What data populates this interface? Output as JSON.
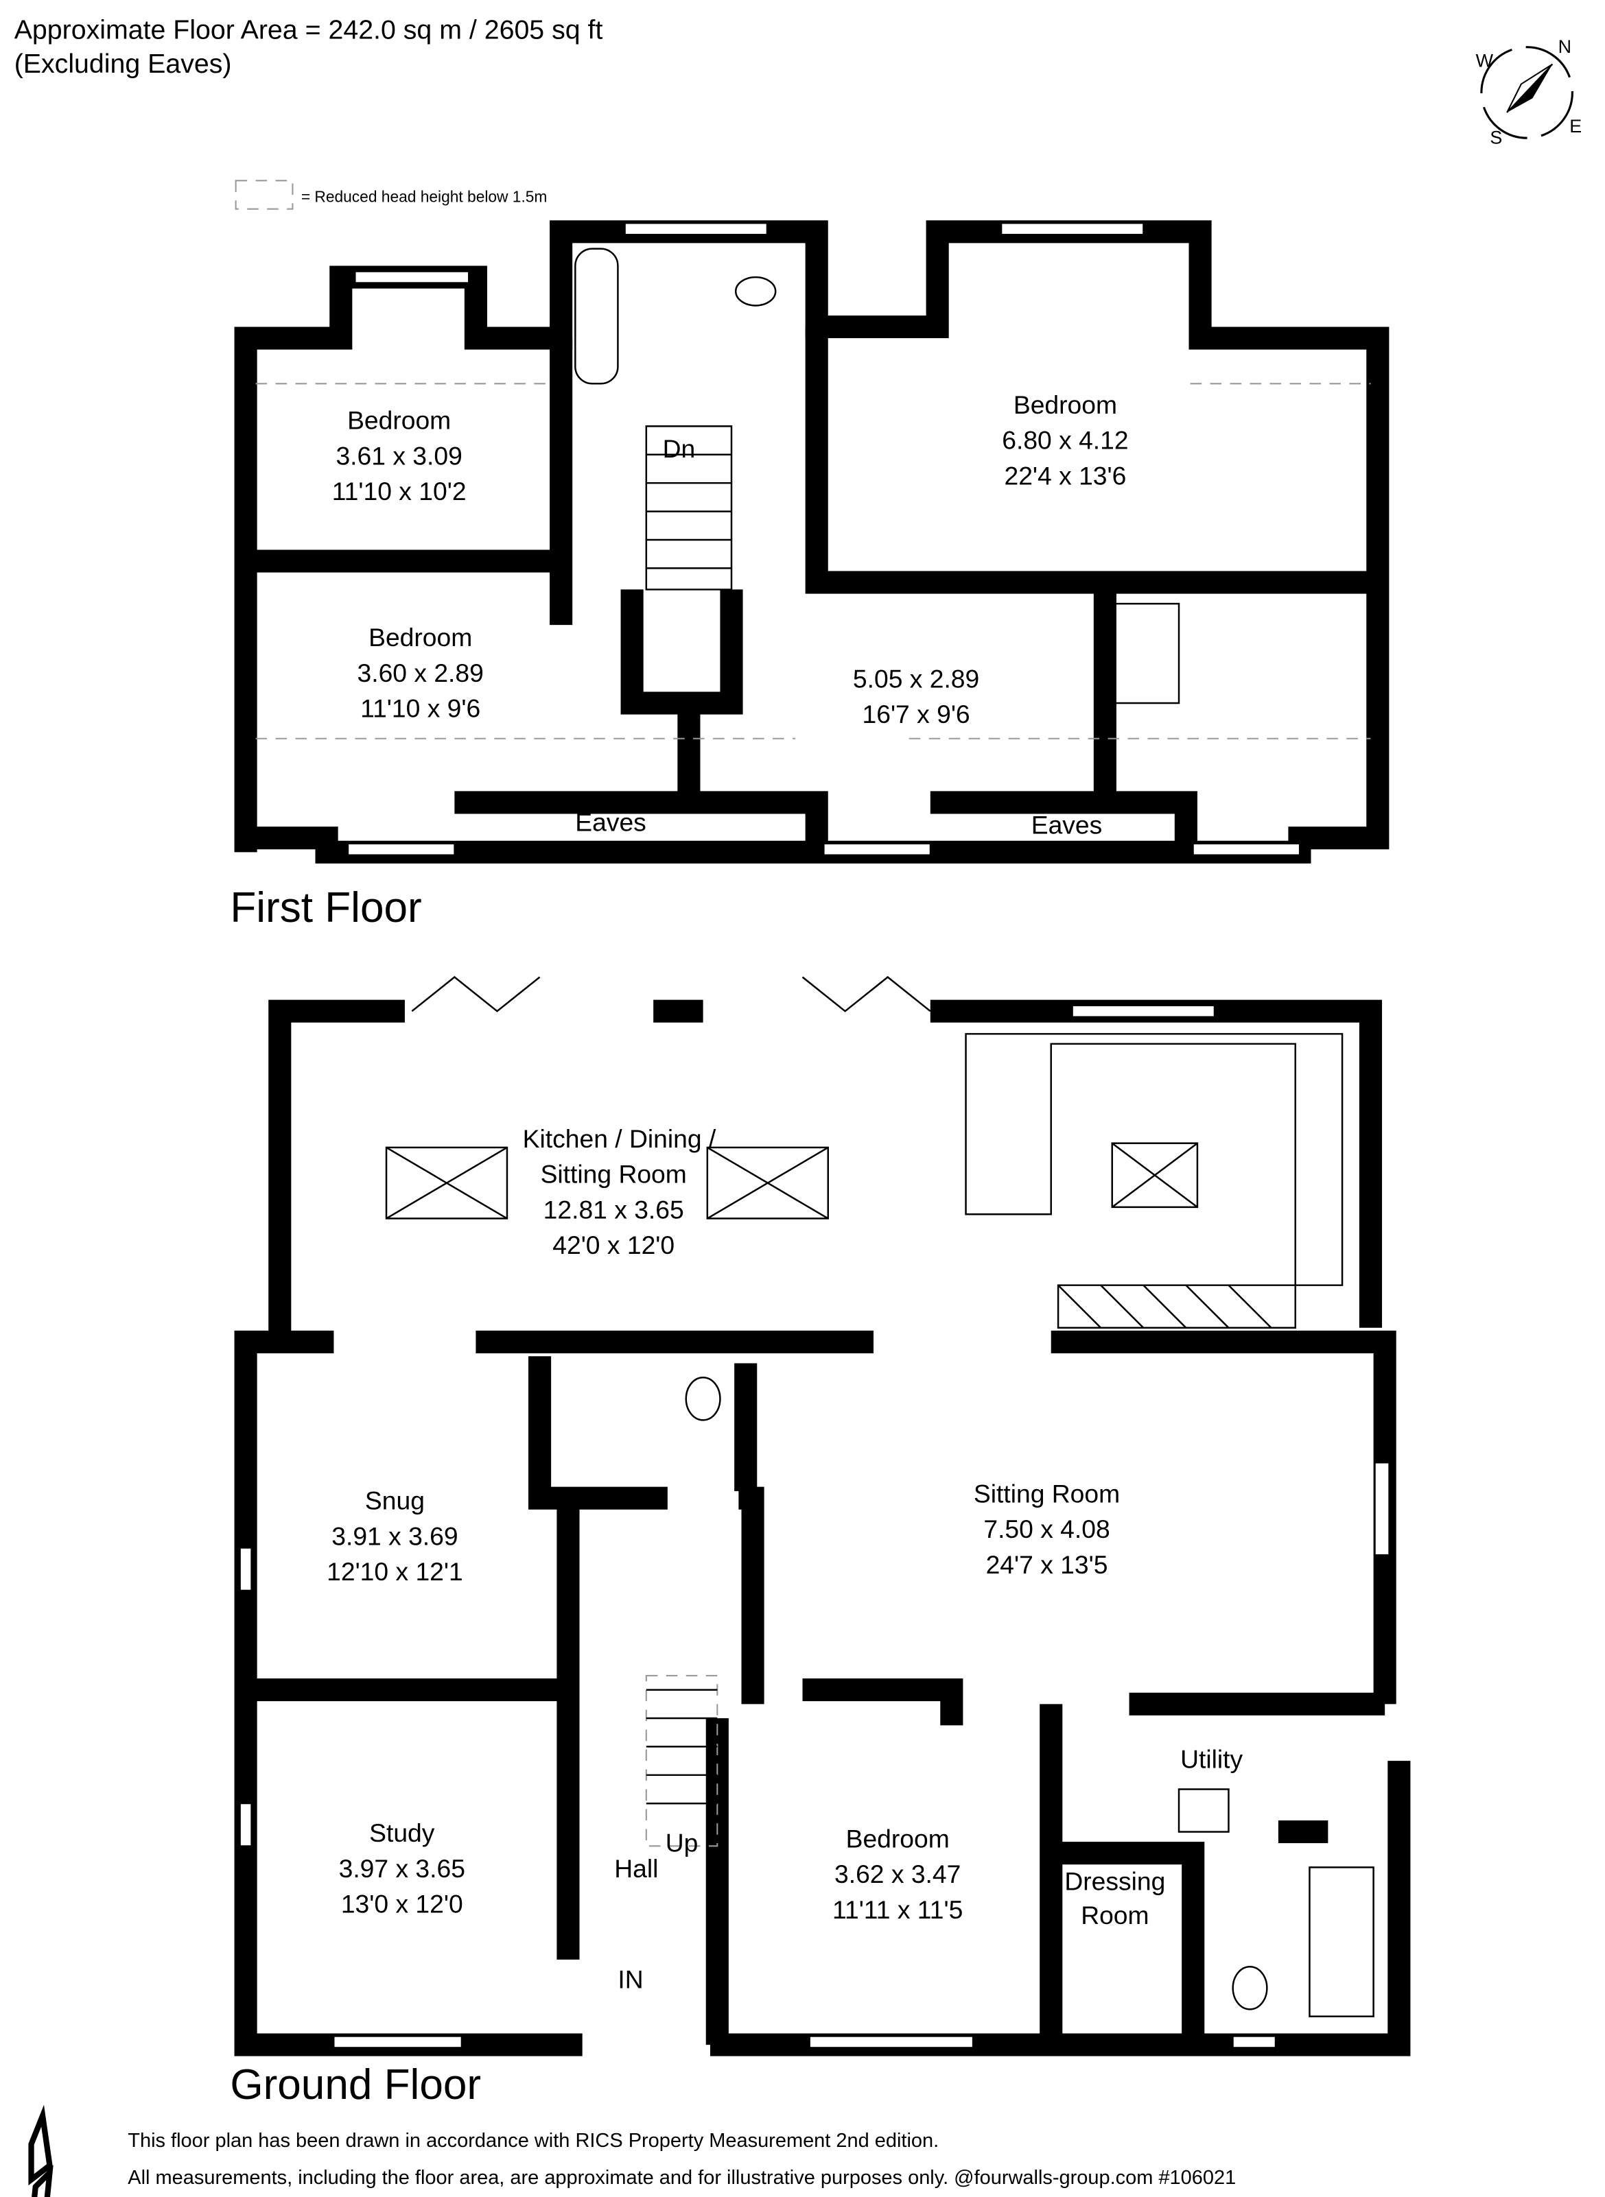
{
  "header": {
    "area_line": "Approximate Floor Area = 242.0 sq m / 2605 sq ft",
    "note_line": "(Excluding Eaves)",
    "legend_text": "= Reduced head height below 1.5m"
  },
  "compass": {
    "n": "N",
    "e": "E",
    "s": "S",
    "w": "W"
  },
  "first_floor": {
    "title": "First Floor",
    "rooms": [
      {
        "name": "Bedroom",
        "metric": "3.61 x 3.09",
        "imperial": "11'10 x 10'2"
      },
      {
        "name": "Bedroom",
        "metric": "3.60 x 2.89",
        "imperial": "11'10 x 9'6"
      },
      {
        "name": "Bedroom",
        "metric": "6.80 x 4.12",
        "imperial": "22'4 x 13'6"
      },
      {
        "name": "",
        "metric": "5.05 x 2.89",
        "imperial": "16'7 x 9'6"
      }
    ],
    "labels": {
      "dn": "Dn",
      "eaves_left": "Eaves",
      "eaves_right": "Eaves"
    }
  },
  "ground_floor": {
    "title": "Ground Floor",
    "rooms": [
      {
        "name": "Kitchen / Dining  /",
        "name2": "Sitting Room",
        "metric": "12.81 x 3.65",
        "imperial": "42'0 x 12'0"
      },
      {
        "name": "Snug",
        "metric": "3.91 x 3.69",
        "imperial": "12'10 x 12'1"
      },
      {
        "name": "Sitting Room",
        "metric": "7.50 x 4.08",
        "imperial": "24'7 x 13'5"
      },
      {
        "name": "Study",
        "metric": "3.97 x 3.65",
        "imperial": "13'0 x 12'0"
      },
      {
        "name": "Bedroom",
        "metric": "3.62 x 3.47",
        "imperial": "11'11 x 11'5"
      }
    ],
    "labels": {
      "utility": "Utility",
      "dressing": "Dressing",
      "dressing2": "Room",
      "hall": "Hall",
      "up": "Up",
      "in": "IN"
    }
  },
  "footer": {
    "line1": "This floor plan has been drawn in accordance with RICS Property Measurement 2nd edition.",
    "line2": "All measurements, including the floor area, are approximate and for illustrative purposes only. @fourwalls-group.com #106021",
    "logo": "fourwalls"
  },
  "colors": {
    "wall": "#000000",
    "dashed": "#999999",
    "background": "#ffffff"
  }
}
